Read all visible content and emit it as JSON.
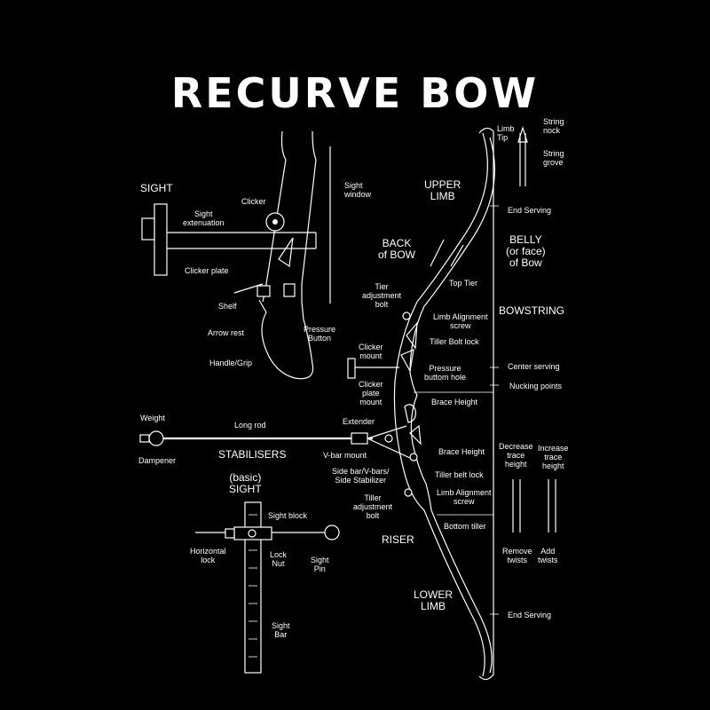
{
  "title": "RECURVE BOW",
  "labels": {
    "sight_top": "SIGHT",
    "sight_extenuation": [
      "Sight",
      "extenuation"
    ],
    "clicker": "Clicker",
    "sight_window": [
      "Sight",
      "window"
    ],
    "clicker_plate": "Clicker plate",
    "shelf": "Shelf",
    "arrow_rest": "Arrow rest",
    "pressure_button": [
      "Pressure",
      "Button"
    ],
    "handle_grip": "Handle/Grip",
    "limb_tip": [
      "Limb",
      "Tip"
    ],
    "string_nock": [
      "String",
      "nock"
    ],
    "string_grove": [
      "String",
      "grove"
    ],
    "upper_limb": [
      "UPPER",
      "LIMB"
    ],
    "end_serving_top": "End Serving",
    "back_of_bow": [
      "BACK",
      "of BOW"
    ],
    "belly": [
      "BELLY",
      "(or face)",
      "of Bow"
    ],
    "top_tier": "Top Tier",
    "tier_adjustment_bolt": [
      "Tier",
      "adjustment",
      "bolt"
    ],
    "limb_alignment_screw_top": [
      "Limb Alignment",
      "screw"
    ],
    "bowstring": "BOWSTRING",
    "tiller_bolt_lock": "Tiller Bolt lock",
    "clicker_mount": [
      "Clicker",
      "mount"
    ],
    "pressure_button_hole": [
      "Pressure",
      "buttom hole"
    ],
    "center_serving": "Center serving",
    "clicker_plate_mount": [
      "Clicker",
      "plate",
      "mount"
    ],
    "nucking_points": "Nucking points",
    "brace_height_1": "Brace Height",
    "weight": "Weight",
    "long_rod": "Long rod",
    "extender": "Extender",
    "dampener": "Dampener",
    "stabilisers": "STABILISERS",
    "v_bar_mount": "V-bar mount",
    "brace_height_2": "Brace Height",
    "decrease_trace": [
      "Decrease",
      "trace",
      "height"
    ],
    "increase_trace": [
      "Increase",
      "trace",
      "height"
    ],
    "side_bar": [
      "Side bar/V-bars/",
      "Side Stabilizer"
    ],
    "tiller_belt_lock": "Tiller belt lock",
    "basic_sight": [
      "(basic)",
      "SIGHT"
    ],
    "limb_alignment_screw_bottom": [
      "Limb Alignment",
      "screw"
    ],
    "tiller_adjustment_bolt": [
      "Tiller",
      "adjustment",
      "bolt"
    ],
    "sight_block": "Sight block",
    "bottom_tiller": "Bottom tiller",
    "riser": "RISER",
    "horizontal_lock": [
      "Horizontal",
      "lock"
    ],
    "lock_nut": [
      "Lock",
      "Nut"
    ],
    "sight_pin": [
      "Sight",
      "Pin"
    ],
    "remove_twists": [
      "Remove",
      "twists"
    ],
    "add_twists": [
      "Add",
      "twists"
    ],
    "lower_limb": [
      "LOWER",
      "LIMB"
    ],
    "sight_bar": [
      "Sight",
      "Bar"
    ],
    "end_serving_bottom": "End Serving"
  }
}
